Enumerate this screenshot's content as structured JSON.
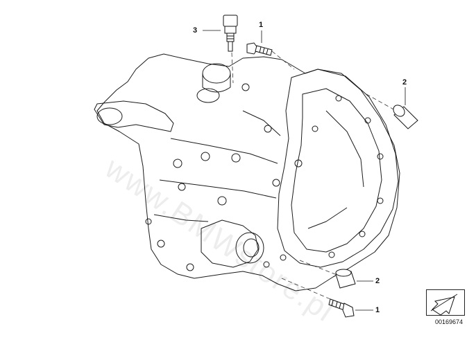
{
  "diagram": {
    "callouts": [
      {
        "label": "3"
      },
      {
        "label": "1"
      },
      {
        "label": "2"
      },
      {
        "label": "2"
      },
      {
        "label": "1"
      }
    ],
    "part_number": "00169674",
    "watermark": "www.BMWstore.pl"
  }
}
